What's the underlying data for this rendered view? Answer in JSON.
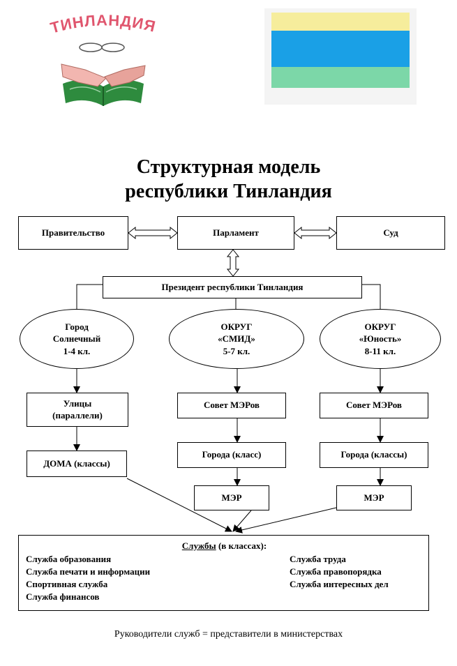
{
  "logo": {
    "text": "ТИНЛАНДИЯ",
    "colors": {
      "text": "#e0566e",
      "book": "#2e8b3e",
      "hands": "#f2b6b0"
    }
  },
  "flag": {
    "stripes": [
      "#f6ed9c",
      "#1aa0e6",
      "#7cd7a8"
    ]
  },
  "title": {
    "line1": "Структурная модель",
    "line2": "республики Тинландия"
  },
  "top_row": {
    "government": "Правительство",
    "parliament": "Парламент",
    "court": "Суд"
  },
  "president": "Президент республики Тинландия",
  "ovals": [
    {
      "line1": "Город",
      "line2": "Солнечный",
      "line3": "1-4 кл."
    },
    {
      "line1": "ОКРУГ",
      "line2": "«СМИД»",
      "line3": "5-7 кл."
    },
    {
      "line1": "ОКРУГ",
      "line2": "«Юность»",
      "line3": "8-11 кл."
    }
  ],
  "col1": {
    "streets_line1": "Улицы",
    "streets_line2": "(параллели)",
    "houses": "ДОМА (классы)"
  },
  "col2": {
    "council": "Совет МЭРов",
    "cities": "Города (класс)",
    "mayor": "МЭР"
  },
  "col3": {
    "council": "Совет МЭРов",
    "cities": "Города (классы)",
    "mayor": "МЭР"
  },
  "services": {
    "heading_underlined": "Службы",
    "heading_rest": " (в классах):",
    "left": [
      "Служба образования",
      "Служба печати и информации",
      "Спортивная служба",
      "Служба финансов"
    ],
    "right": [
      "Служба труда",
      "Служба правопорядка",
      "Служба интересных дел"
    ]
  },
  "footer": "Руководители служб = представители в министерствах"
}
